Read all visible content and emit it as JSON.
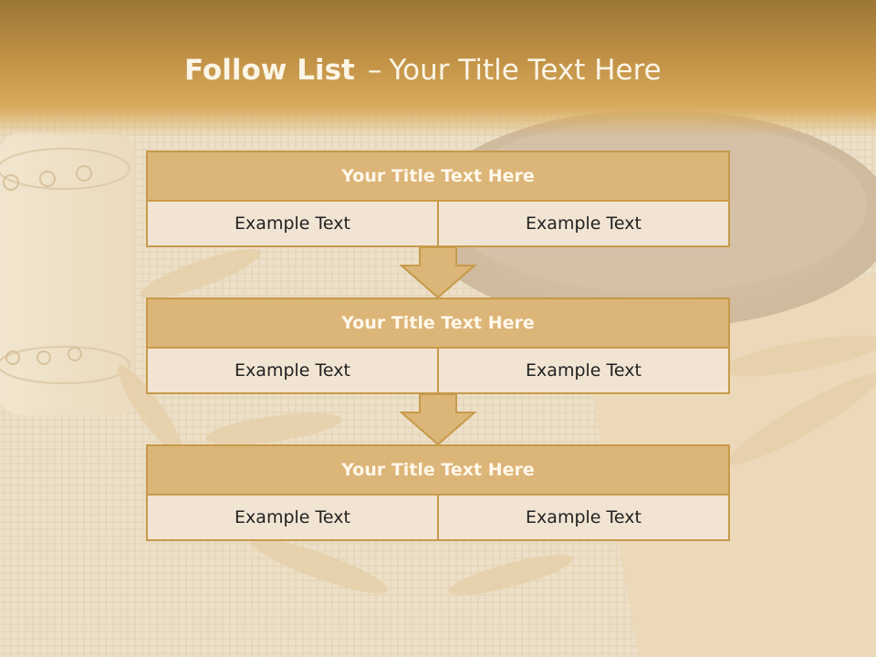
{
  "slide": {
    "title_bold": "Follow List",
    "title_dash": "–",
    "title_rest": "Your Title Text Here"
  },
  "steps": [
    {
      "title": "Your Title Text Here",
      "left": "Example Text",
      "right": "Example Text"
    },
    {
      "title": "Your Title Text Here",
      "left": "Example Text",
      "right": "Example Text"
    },
    {
      "title": "Your Title Text Here",
      "left": "Example Text",
      "right": "Example Text"
    }
  ],
  "colors": {
    "accent": "#dcb578",
    "border": "#c79a4a",
    "cell_bg": "#f1e4d3",
    "header_band": "#c29347"
  },
  "icons": [
    "down-arrow-icon"
  ]
}
